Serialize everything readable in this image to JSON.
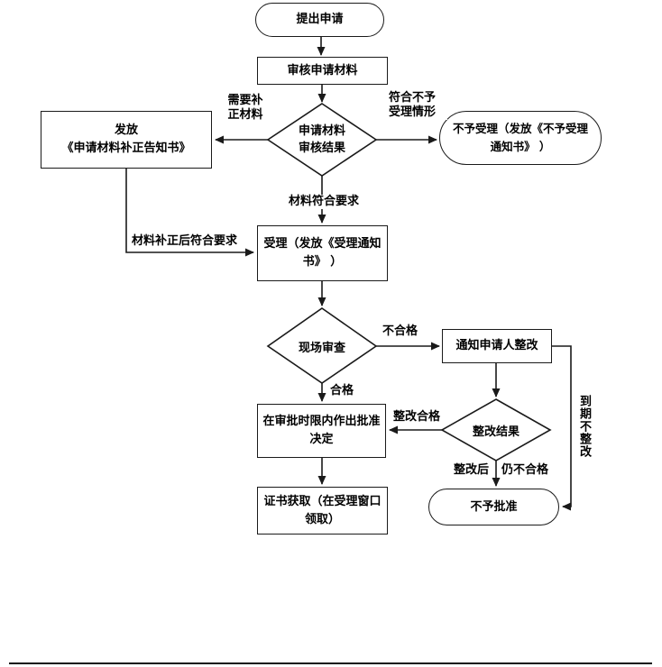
{
  "flowchart": {
    "nodes": {
      "start": {
        "label": "提出申请"
      },
      "review": {
        "label": "审核申请材料"
      },
      "review_result": {
        "line1": "申请材料",
        "line2": "审核结果"
      },
      "issue_correction_notice": {
        "line1": "发放",
        "line2": "《申请材料补正告知书》"
      },
      "not_accept": {
        "line1": "不予受理（发放《不予受理",
        "line2": "通知书》 ）"
      },
      "accept": {
        "line1": "受理（发放《受理通知",
        "line2": "书》 ）"
      },
      "site_review": {
        "label": "现场审查"
      },
      "notify_rectify": {
        "label": "通知申请人整改"
      },
      "rectify_result": {
        "label": "整改结果"
      },
      "approve_decision": {
        "line1": "在审批时限内作出批准",
        "line2": "决定"
      },
      "not_approve": {
        "label": "不予批准"
      },
      "certificate": {
        "line1": "证书获取（在受理窗口",
        "line2": "领取）"
      }
    },
    "edge_labels": {
      "need_correction_1": "需要补",
      "need_correction_2": "正材料",
      "reject_case_1": "符合不予",
      "reject_case_2": "受理情形",
      "material_ok": "材料符合要求",
      "corrected_ok": "材料补正后符合要求",
      "unqualified": "不合格",
      "qualified": "合格",
      "rectify_ok": "整改合格",
      "after_rectify": "整改后",
      "still_unqualified": "仍不合格",
      "overdue_no_rectify": "到期不整改"
    },
    "colors": {
      "line": "#1a1a1a",
      "background": "#ffffff",
      "text": "#000000"
    }
  }
}
